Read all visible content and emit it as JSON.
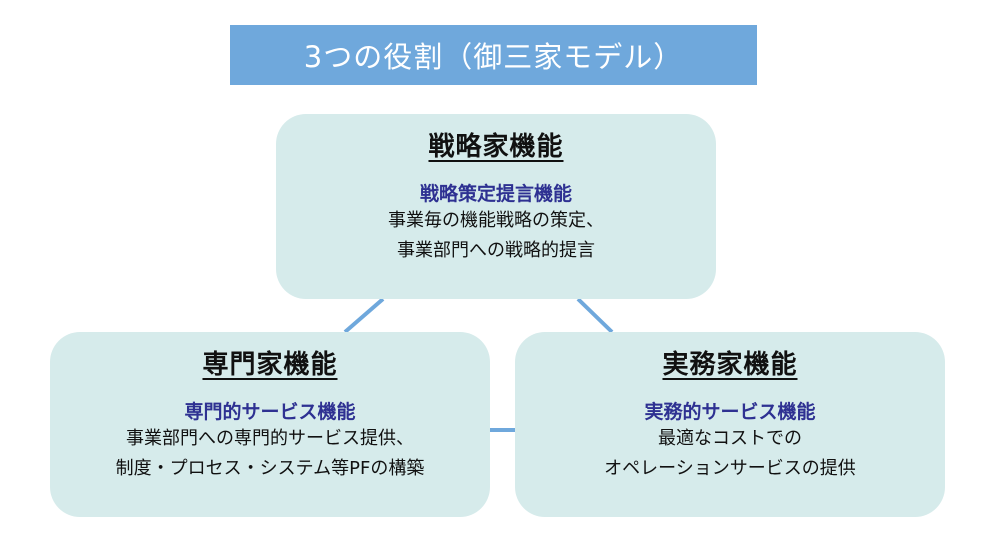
{
  "title": "3つの役割（御三家モデル）",
  "colors": {
    "banner": "#6fa8dc",
    "banner_text": "#ffffff",
    "box_fill": "#d6ebeb",
    "subheading": "#2e3192",
    "connector": "#6fa8dc"
  },
  "roles": {
    "strategist": {
      "heading": "戦略家機能",
      "subheading": "戦略策定提言機能",
      "lines": [
        "事業毎の機能戦略の策定、",
        "事業部門への戦略的提言"
      ]
    },
    "specialist": {
      "heading": "専門家機能",
      "subheading": "専門的サービス機能",
      "lines": [
        "事業部門への専門的サービス提供、",
        "制度・プロセス・システム等PFの構築"
      ]
    },
    "operations": {
      "heading": "実務家機能",
      "subheading": "実務的サービス機能",
      "lines": [
        "最適なコストでの",
        "オペレーションサービスの提供"
      ]
    }
  }
}
